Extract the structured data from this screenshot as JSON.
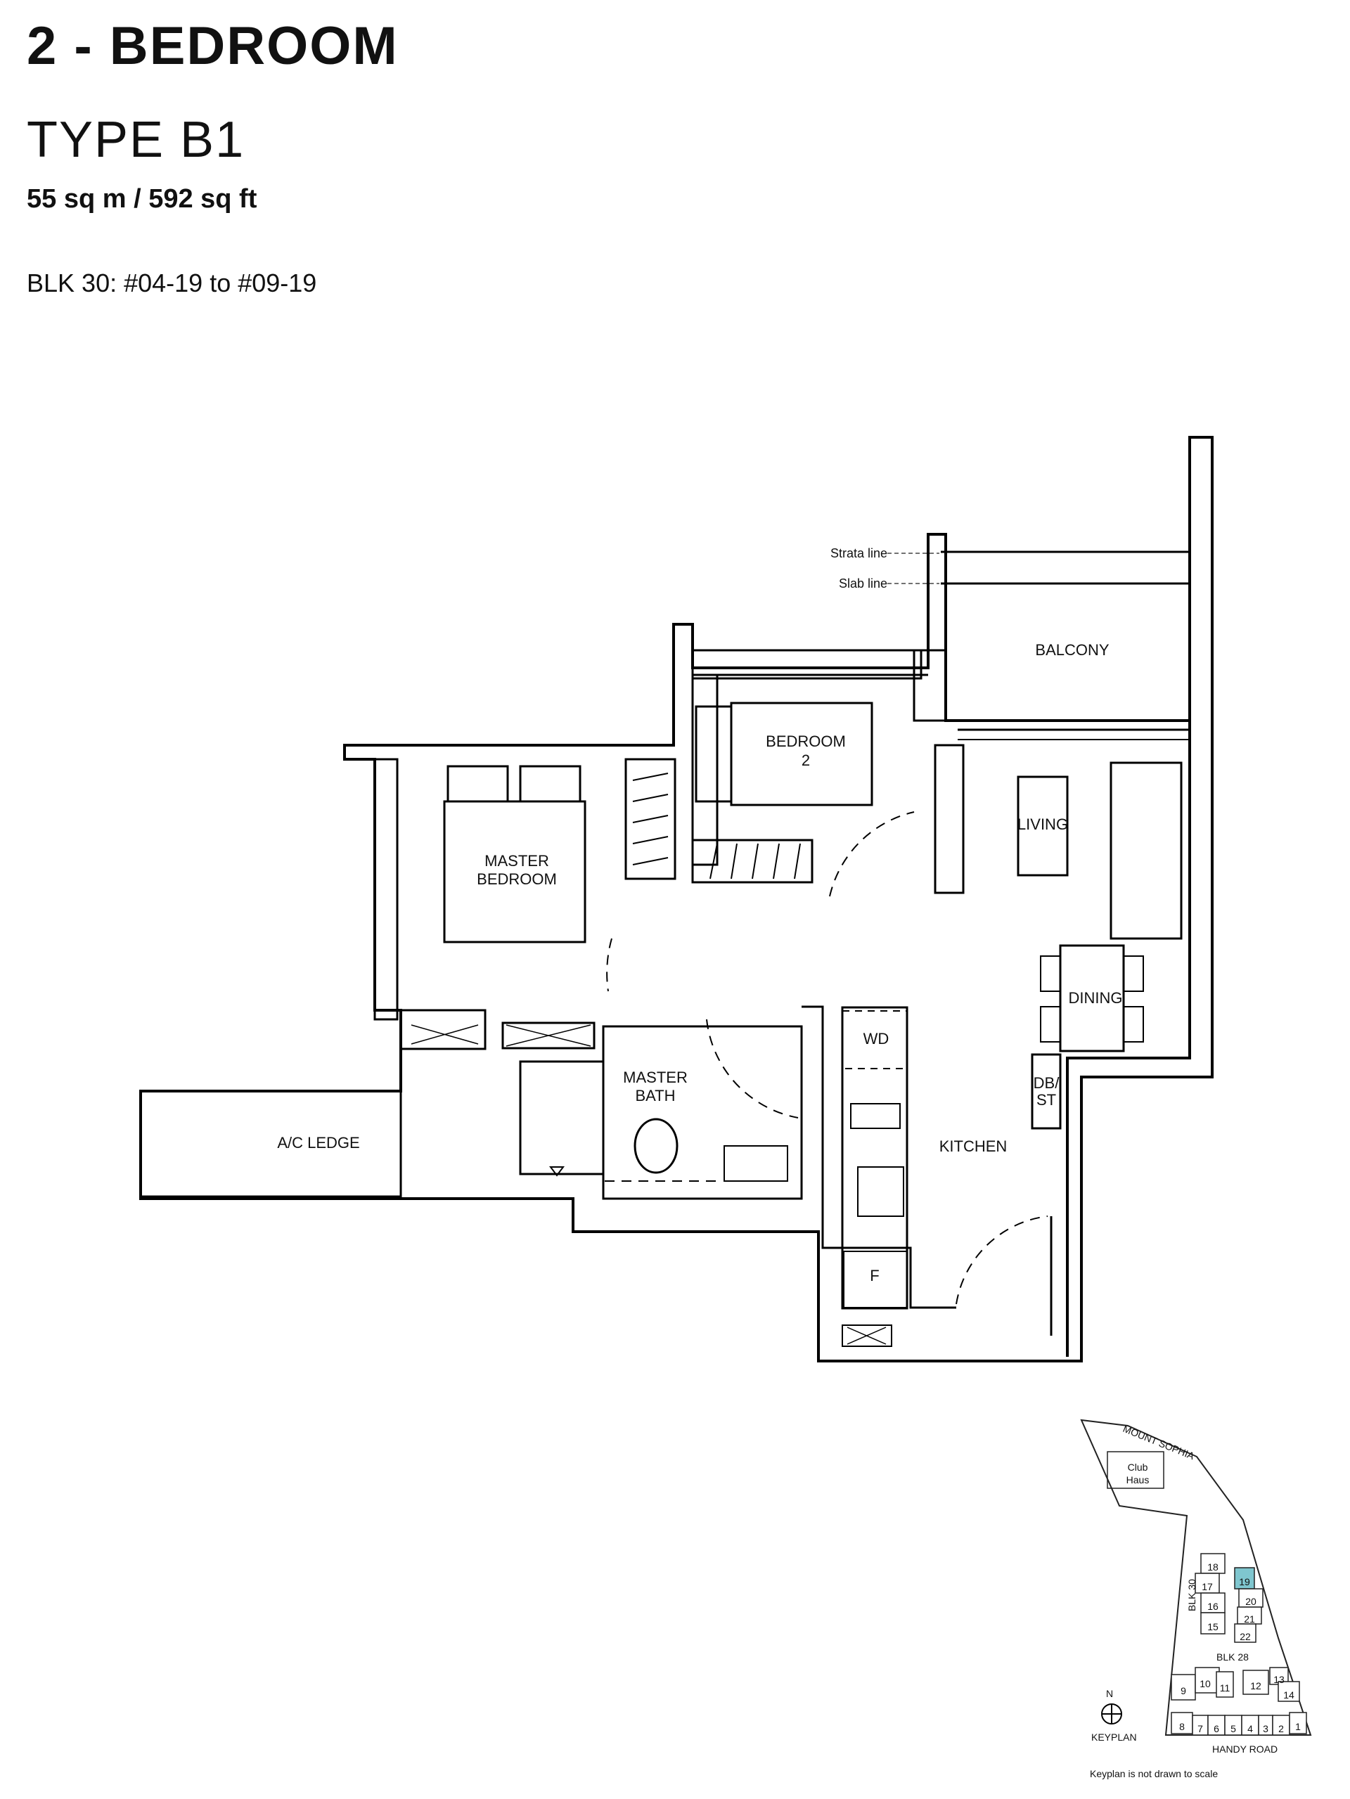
{
  "header": {
    "title": "2 - BEDROOM",
    "type": "TYPE B1",
    "area": "55 sq m / 592 sq ft",
    "units": "BLK 30: #04-19 to #09-19"
  },
  "rooms": {
    "balcony": "BALCONY",
    "bedroom2_l1": "BEDROOM",
    "bedroom2_l2": "2",
    "living": "LIVING",
    "master_l1": "MASTER",
    "master_l2": "BEDROOM",
    "dining": "DINING",
    "wd": "WD",
    "db_l1": "DB/",
    "db_l2": "ST",
    "bath_l1": "MASTER",
    "bath_l2": "BATH",
    "kitchen": "KITCHEN",
    "ac_ledge": "A/C LEDGE",
    "fridge": "F"
  },
  "annotations": {
    "strata": "Strata line",
    "slab": "Slab line"
  },
  "keyplan": {
    "road_top": "MOUNT SOPHIA",
    "road_bottom": "HANDY ROAD",
    "club_l1": "Club",
    "club_l2": "Haus",
    "blk30": "BLK 30",
    "blk28": "BLK 28",
    "label": "KEYPLAN",
    "note": "Keyplan is not drawn to scale",
    "north": "N",
    "highlight": "19",
    "highlight_color": "#7fc6cf",
    "blocks": [
      "18",
      "17",
      "16",
      "15",
      "19",
      "20",
      "21",
      "22",
      "9",
      "10",
      "11",
      "12",
      "13",
      "14",
      "8",
      "7",
      "6",
      "5",
      "4",
      "3",
      "2",
      "1"
    ]
  }
}
